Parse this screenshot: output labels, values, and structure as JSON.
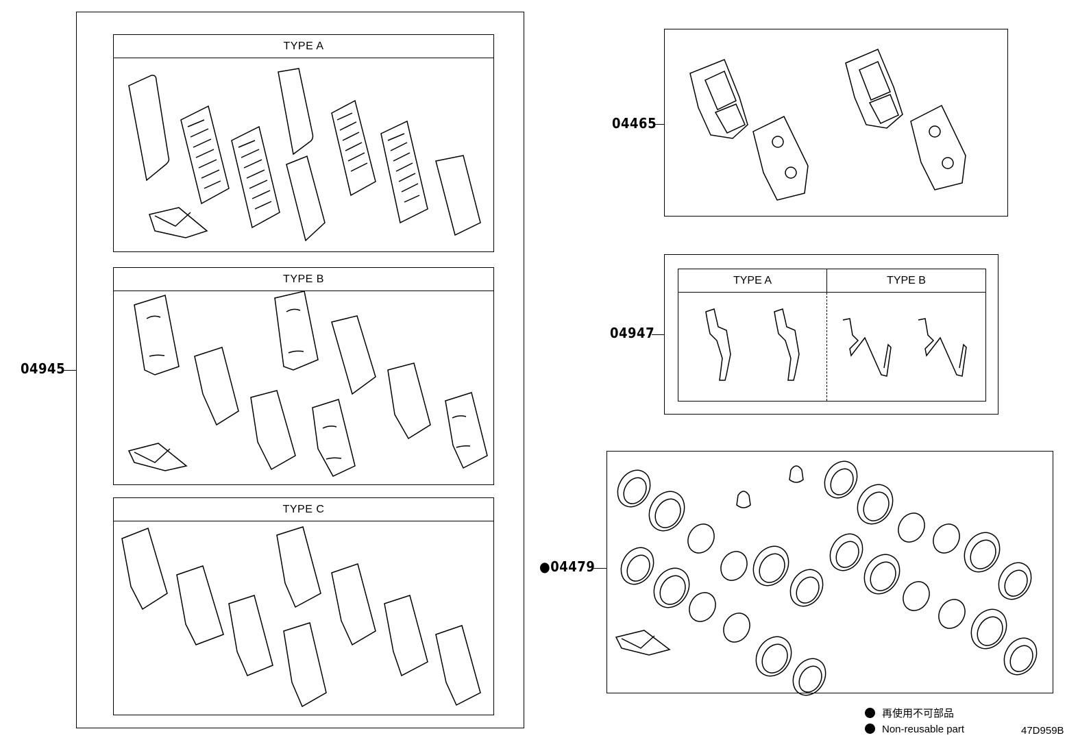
{
  "left_group": {
    "part_no": "04945",
    "panels": [
      {
        "title": "TYPE A"
      },
      {
        "title": "TYPE B"
      },
      {
        "title": "TYPE C"
      }
    ]
  },
  "pads": {
    "part_no": "04465"
  },
  "clips": {
    "part_no": "04947",
    "type_a": "TYPE A",
    "type_b": "TYPE B"
  },
  "seal_kit": {
    "part_no": "04479",
    "marker": "●"
  },
  "legend": {
    "jp": "再使用不可部品",
    "en": "Non-reusable part"
  },
  "diagram_code": "47D959B"
}
